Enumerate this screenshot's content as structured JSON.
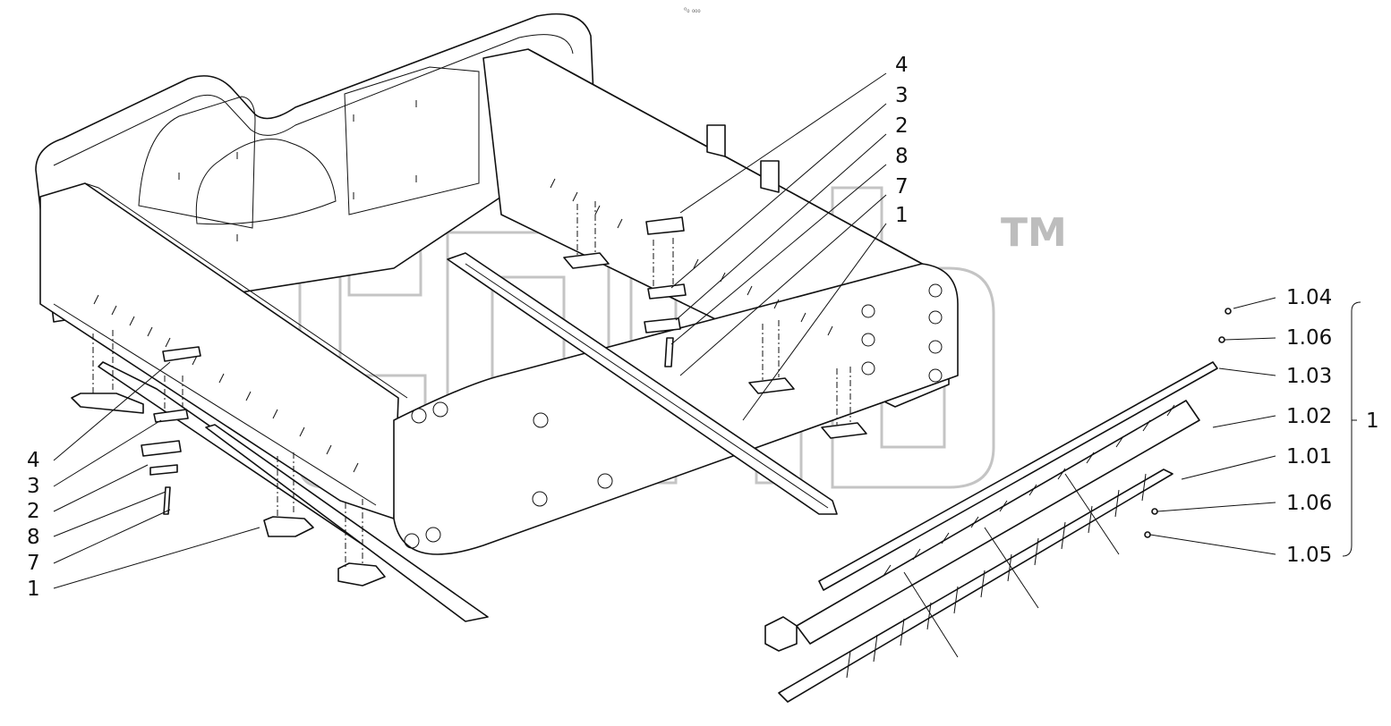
{
  "top_mark": "⁰₀ ₀₀₀",
  "watermark": {
    "trademark": "TM"
  },
  "callouts_top": [
    "4",
    "3",
    "2",
    "8",
    "7",
    "1"
  ],
  "callouts_left": [
    "4",
    "3",
    "2",
    "8",
    "7",
    "1"
  ],
  "assembly_parts": [
    "1.04",
    "1.06",
    "1.03",
    "1.02",
    "1.01",
    "1.06",
    "1.05"
  ],
  "assembly_group": "1"
}
